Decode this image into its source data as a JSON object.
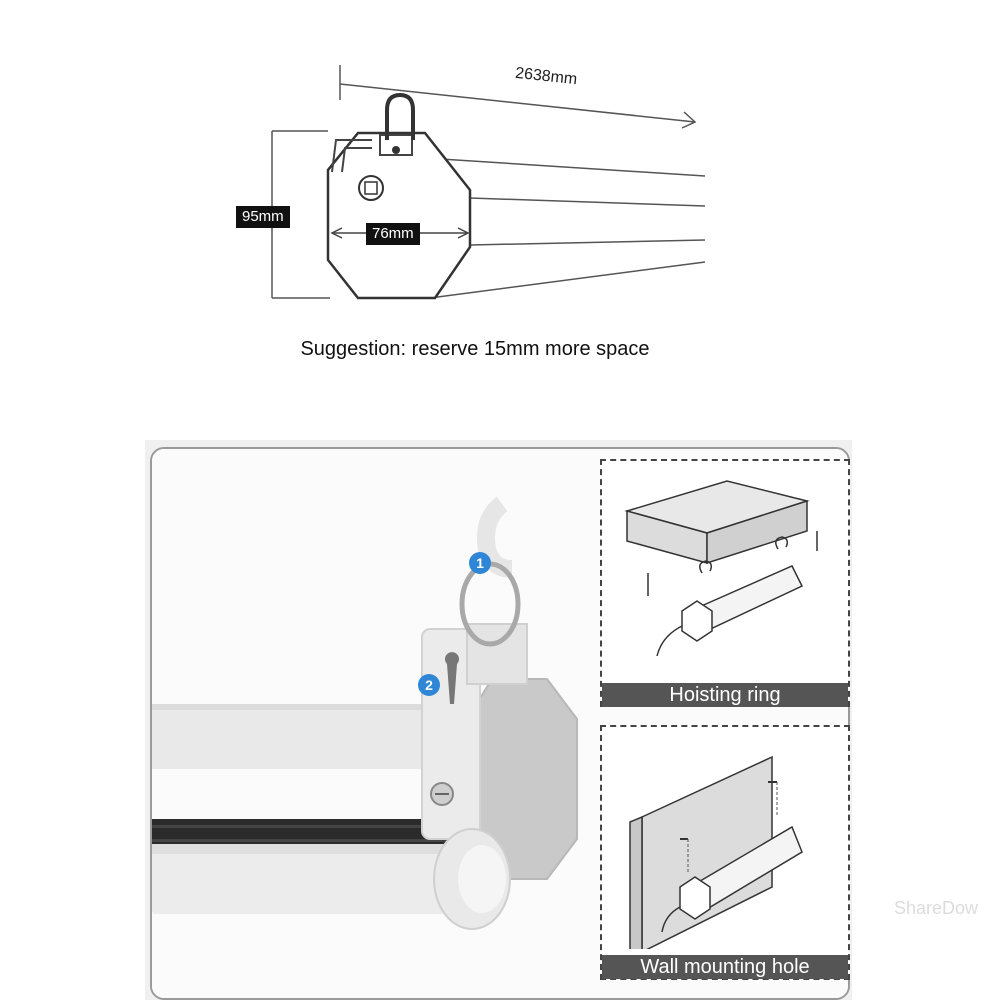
{
  "top_diagram": {
    "length_label": "2638mm",
    "height_label": "95mm",
    "width_label": "76mm",
    "suggestion": "Suggestion: reserve 15mm more space"
  },
  "bottom_diagram": {
    "callouts": [
      {
        "number": "1"
      },
      {
        "number": "2"
      }
    ],
    "panels": [
      {
        "caption": "Hoisting ring"
      },
      {
        "caption": "Wall mounting hole"
      }
    ],
    "watermark": "ShareDow"
  },
  "colors": {
    "badge": "#2f86d6",
    "caption_bg": "#555555",
    "dim_label_bg": "#111111"
  }
}
